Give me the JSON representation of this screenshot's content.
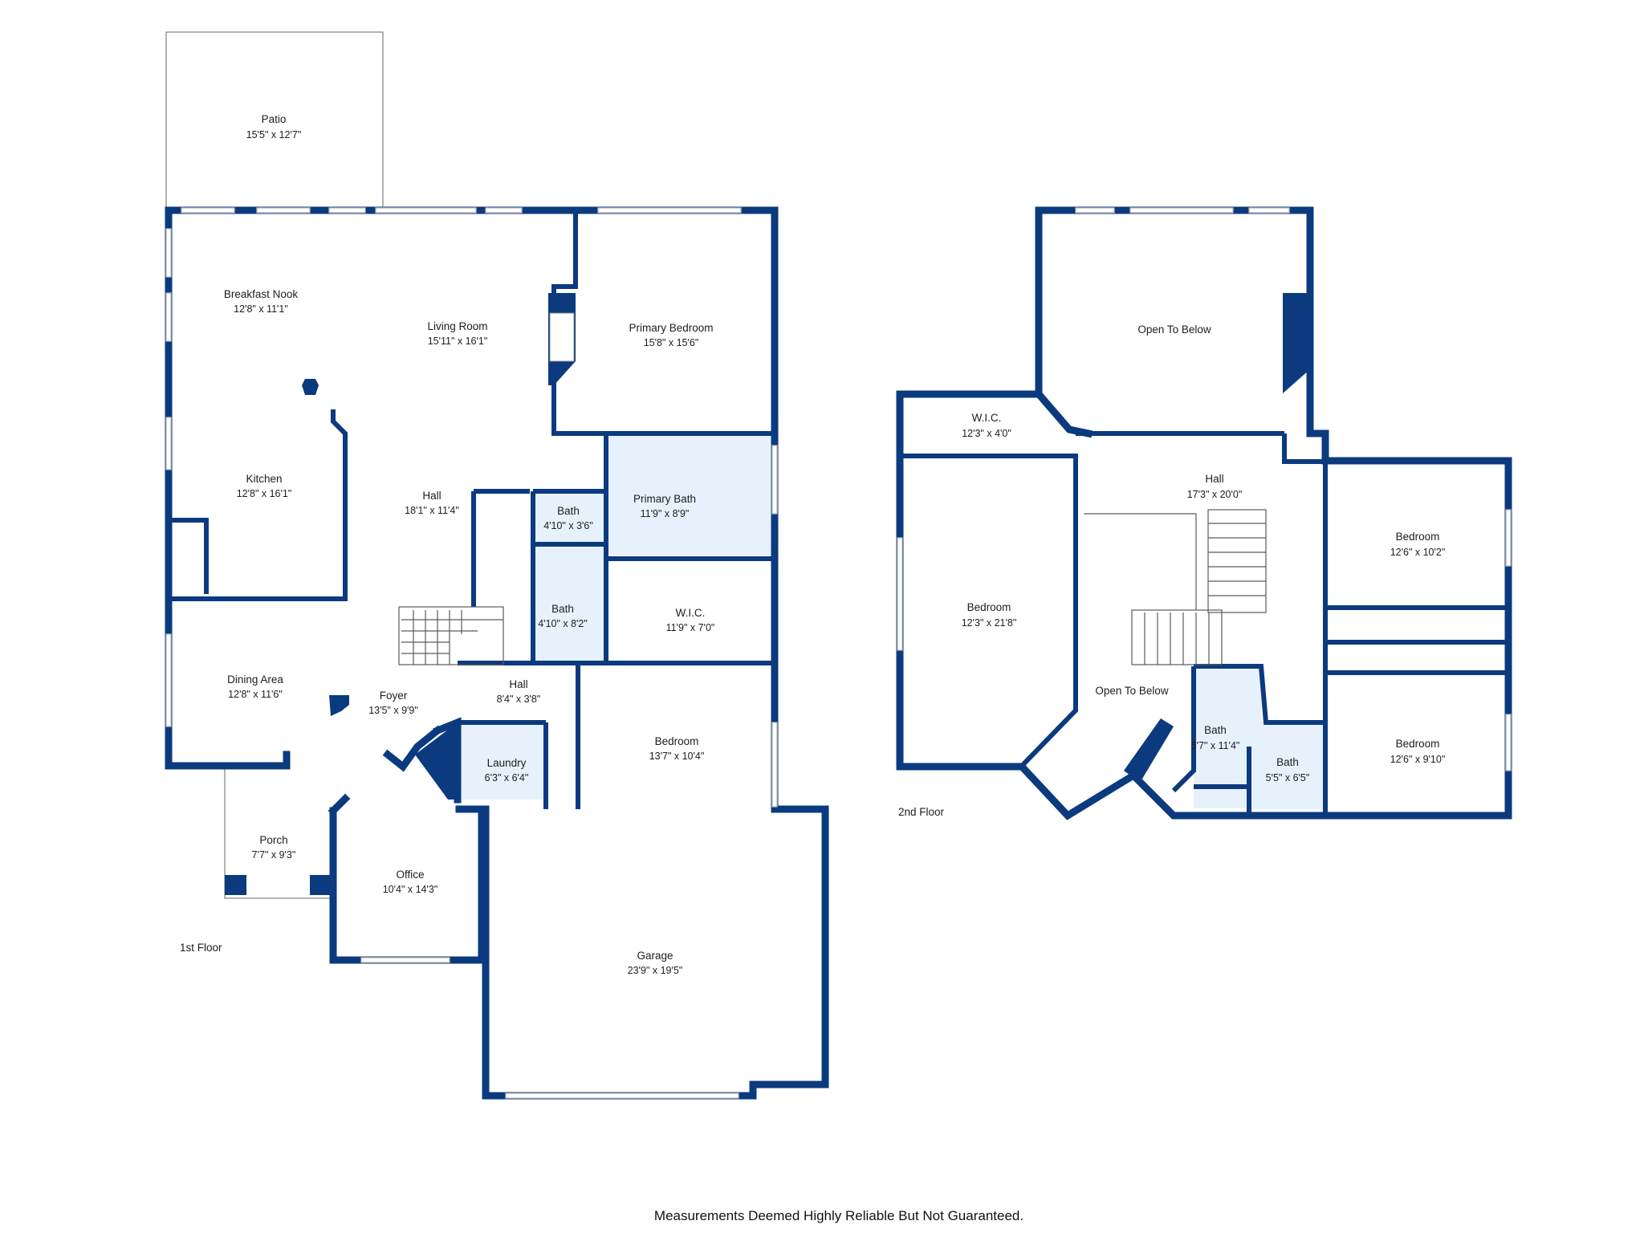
{
  "floors": [
    {
      "label": "1st Floor",
      "rooms": [
        {
          "name": "Patio",
          "dims": "15'5\" x 12'7\""
        },
        {
          "name": "Breakfast Nook",
          "dims": "12'8\" x 11'1\""
        },
        {
          "name": "Living Room",
          "dims": "15'11\" x 16'1\""
        },
        {
          "name": "Primary Bedroom",
          "dims": "15'8\" x 15'6\""
        },
        {
          "name": "Kitchen",
          "dims": "12'8\" x 16'1\""
        },
        {
          "name": "Hall",
          "dims": "18'1\" x 11'4\""
        },
        {
          "name": "Bath",
          "dims": "4'10\" x 3'6\""
        },
        {
          "name": "Primary Bath",
          "dims": "11'9\" x 8'9\""
        },
        {
          "name": "Bath",
          "dims": "4'10\" x 8'2\""
        },
        {
          "name": "W.I.C.",
          "dims": "11'9\" x 7'0\""
        },
        {
          "name": "Dining Area",
          "dims": "12'8\" x 11'6\""
        },
        {
          "name": "Foyer",
          "dims": "13'5\" x 9'9\""
        },
        {
          "name": "Hall",
          "dims": "8'4\" x 3'8\""
        },
        {
          "name": "Bedroom",
          "dims": "13'7\" x 10'4\""
        },
        {
          "name": "Laundry",
          "dims": "6'3\" x 6'4\""
        },
        {
          "name": "Porch",
          "dims": "7'7\" x 9'3\""
        },
        {
          "name": "Office",
          "dims": "10'4\" x 14'3\""
        },
        {
          "name": "Garage",
          "dims": "23'9\" x 19'5\""
        }
      ]
    },
    {
      "label": "2nd Floor",
      "rooms": [
        {
          "name": "Open To Below",
          "dims": ""
        },
        {
          "name": "W.I.C.",
          "dims": "12'3\" x 4'0\""
        },
        {
          "name": "Hall",
          "dims": "17'3\" x 20'0\""
        },
        {
          "name": "Bedroom",
          "dims": "12'3\" x 21'8\""
        },
        {
          "name": "Bedroom",
          "dims": "12'6\" x 10'2\""
        },
        {
          "name": "Open To Below",
          "dims": ""
        },
        {
          "name": "Bath",
          "dims": "5'7\" x 11'4\""
        },
        {
          "name": "Bath",
          "dims": "5'5\" x 6'5\""
        },
        {
          "name": "Bedroom",
          "dims": "12'6\" x 9'10\""
        }
      ]
    }
  ],
  "disclaimer": "Measurements Deemed Highly Reliable But Not Guaranteed.",
  "colors": {
    "wall": "#0b3a7e",
    "bath_fill": "#e6f1fb",
    "background": "#ffffff"
  }
}
